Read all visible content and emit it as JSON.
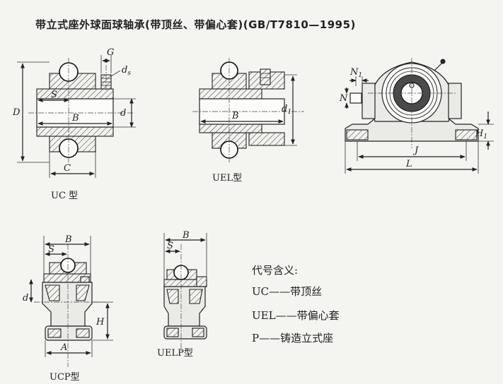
{
  "title": "带立式座外球面球轴承(带顶丝、带偏心套)(GB/T7810—1995)",
  "figures": {
    "uc": {
      "caption": "UC 型",
      "labels": {
        "D": "D",
        "d": "d",
        "B": "B",
        "S": "S",
        "C": "C",
        "G": "G",
        "ds": "d",
        "ds_sub": "s"
      }
    },
    "uel": {
      "caption": "UEL型",
      "labels": {
        "B": "B",
        "d1": "d",
        "d1_sub": "1"
      }
    },
    "housing": {
      "labels": {
        "N": "N",
        "N1": "N",
        "N1_sub": "1",
        "J": "J",
        "L": "L",
        "H1": "H",
        "H1_sub": "1"
      }
    },
    "ucp": {
      "caption": "UCP型",
      "labels": {
        "B": "B",
        "S": "S",
        "d": "d",
        "A": "A",
        "H": "H"
      }
    },
    "uelp": {
      "caption": "UELP型",
      "labels": {
        "B": "B",
        "S": "S"
      }
    }
  },
  "legend": {
    "heading": "代号含义:",
    "items": [
      {
        "code": "UC",
        "dash": "——",
        "meaning": "带顶丝"
      },
      {
        "code": "UEL",
        "dash": "——",
        "meaning": "带偏心套"
      },
      {
        "code": "P",
        "dash": "——",
        "meaning": "铸造立式座"
      }
    ]
  }
}
